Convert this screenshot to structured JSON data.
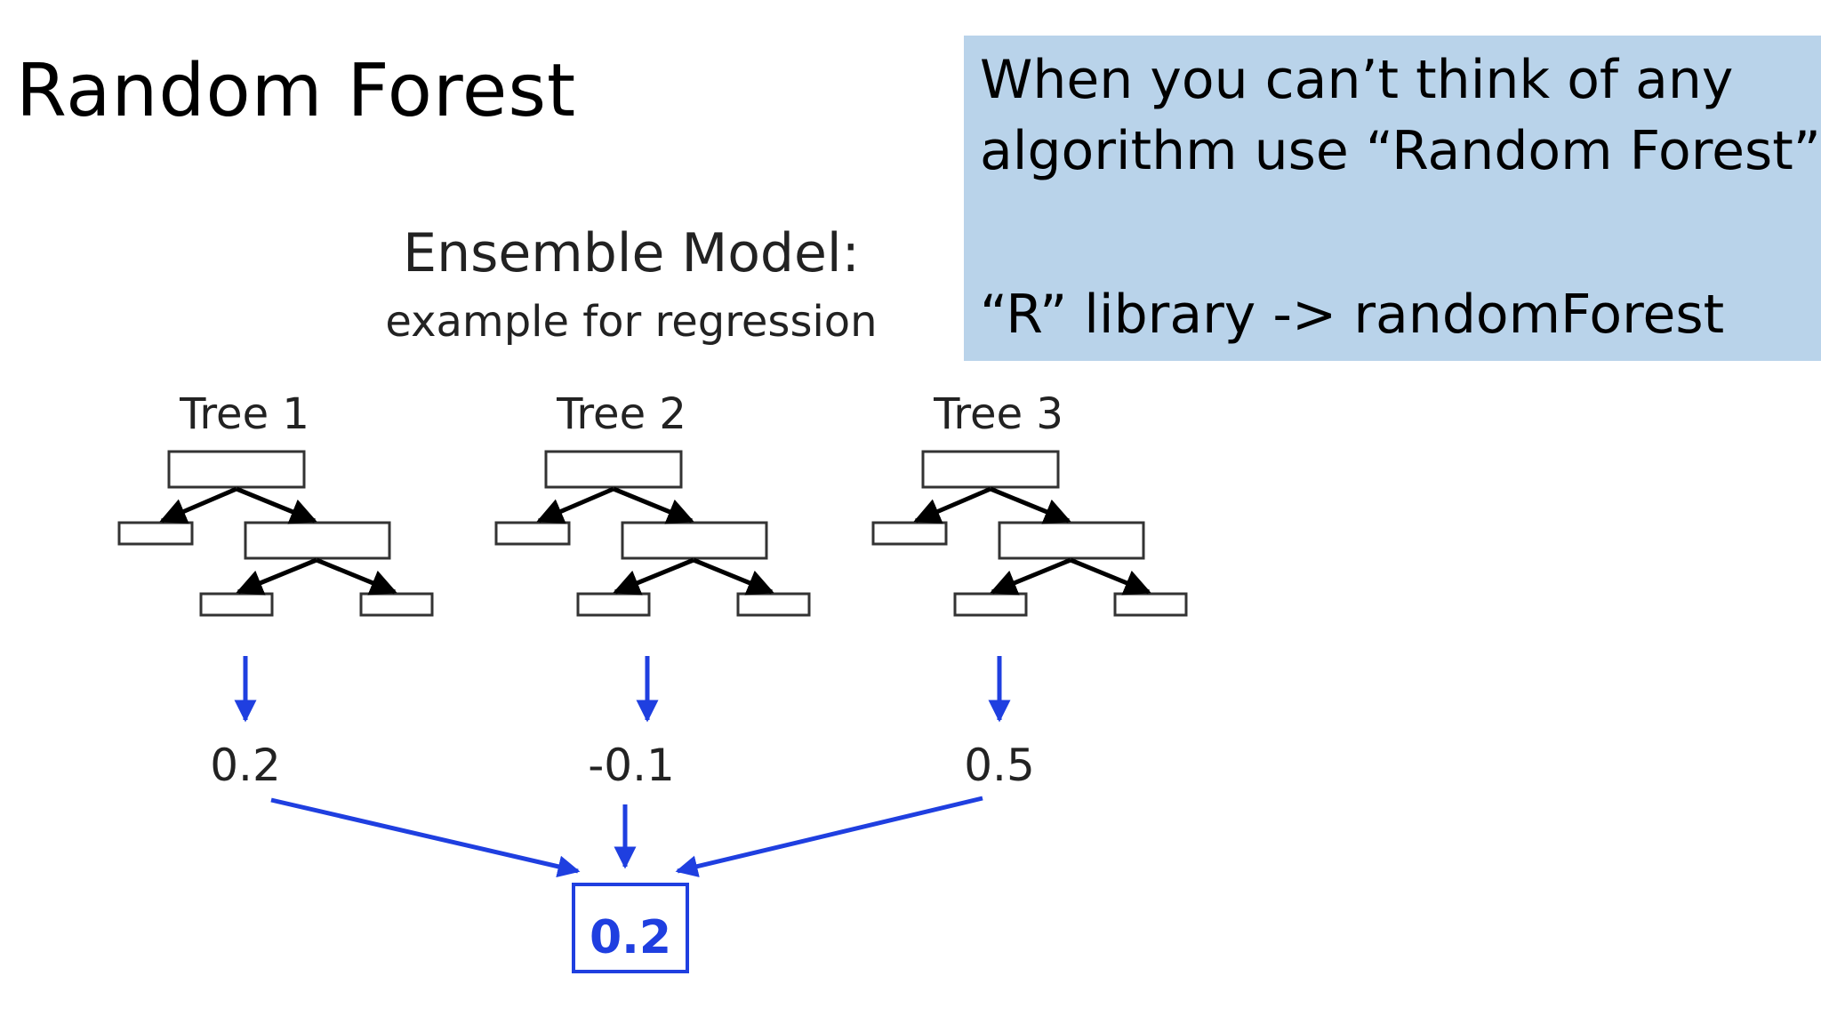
{
  "slide": {
    "title": "Random Forest"
  },
  "callout": {
    "line1": "When you can’t think of any",
    "line2": "algorithm use “Random Forest”",
    "line3": "“R” library -> randomForest",
    "background": "#b9d3ea"
  },
  "diagram": {
    "heading": "Ensemble Model:",
    "subheading": "example for regression",
    "trees": [
      {
        "label": "Tree 1",
        "prediction": "0.2"
      },
      {
        "label": "Tree 2",
        "prediction": "-0.1"
      },
      {
        "label": "Tree 3",
        "prediction": "0.5"
      }
    ],
    "result": "0.2",
    "accent_color": "#1f3fe0"
  }
}
